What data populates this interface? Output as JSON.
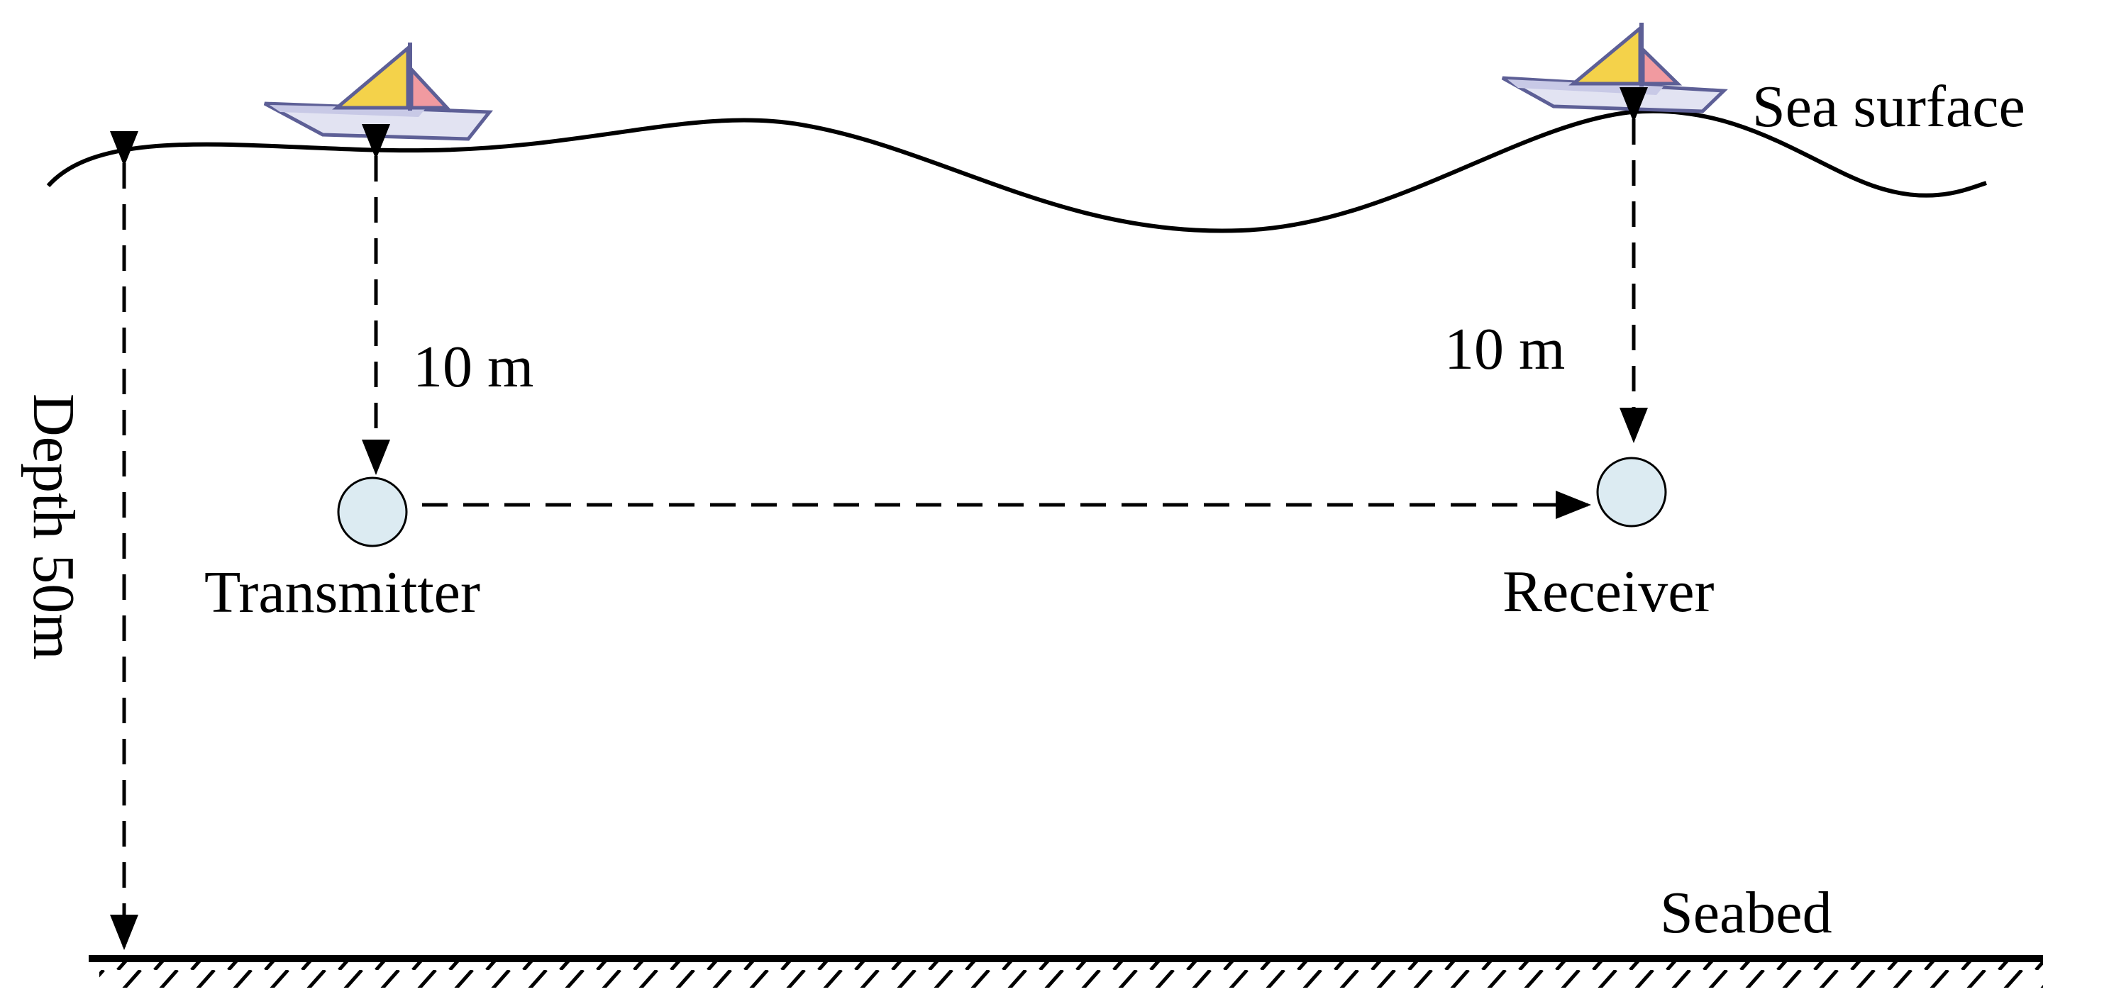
{
  "labels": {
    "sea_surface": "Sea surface",
    "seabed": "Seabed",
    "depth": "Depth 50m",
    "tx_depth": "10 m",
    "rx_depth": "10 m",
    "transmitter": "Transmitter",
    "receiver": "Receiver"
  },
  "colors": {
    "node_fill": "#dcebf2",
    "sail_yellow": "#f4d24a",
    "sail_pink": "#f19aa0",
    "hull_fill": "#e2e3f2",
    "hull_stroke": "#5d5f96"
  },
  "icons": {
    "left_boat": "sailboat-icon",
    "right_boat": "sailboat-icon"
  }
}
